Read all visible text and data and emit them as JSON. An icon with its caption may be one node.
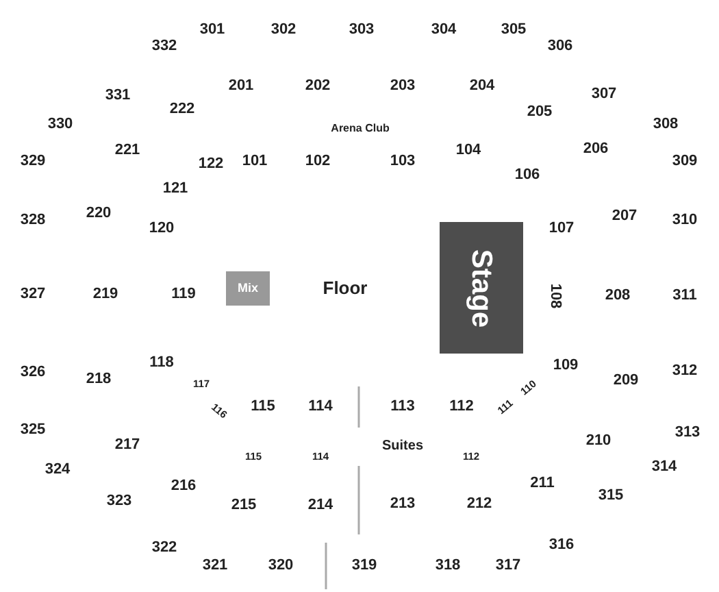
{
  "diagram": {
    "nodes": [
      {
        "text": [
          "Stage"
        ]
      },
      {
        "text": [
          "Mix"
        ]
      }
    ],
    "edges": [],
    "labels": [
      "332",
      "301",
      "302",
      "303",
      "304",
      "305",
      "306",
      "331",
      "201",
      "202",
      "203",
      "204",
      "307",
      "222",
      "205",
      "330",
      "Arena Club",
      "308",
      "329",
      "221",
      "122",
      "101",
      "102",
      "103",
      "104",
      "206",
      "309",
      "106",
      "121",
      "328",
      "220",
      "120",
      "107",
      "207",
      "310",
      "327",
      "219",
      "119",
      "Floor",
      "108",
      "208",
      "311",
      "326",
      "218",
      "118",
      "117",
      "109",
      "209",
      "312",
      "116",
      "115",
      "114",
      "113",
      "112",
      "111",
      "110",
      "325",
      "217",
      "313",
      "Suites",
      "115",
      "114",
      "112",
      "210",
      "324",
      "314",
      "216",
      "211",
      "323",
      "215",
      "214",
      "213",
      "212",
      "315",
      "322",
      "316",
      "321",
      "320",
      "319",
      "318",
      "317"
    ]
  }
}
